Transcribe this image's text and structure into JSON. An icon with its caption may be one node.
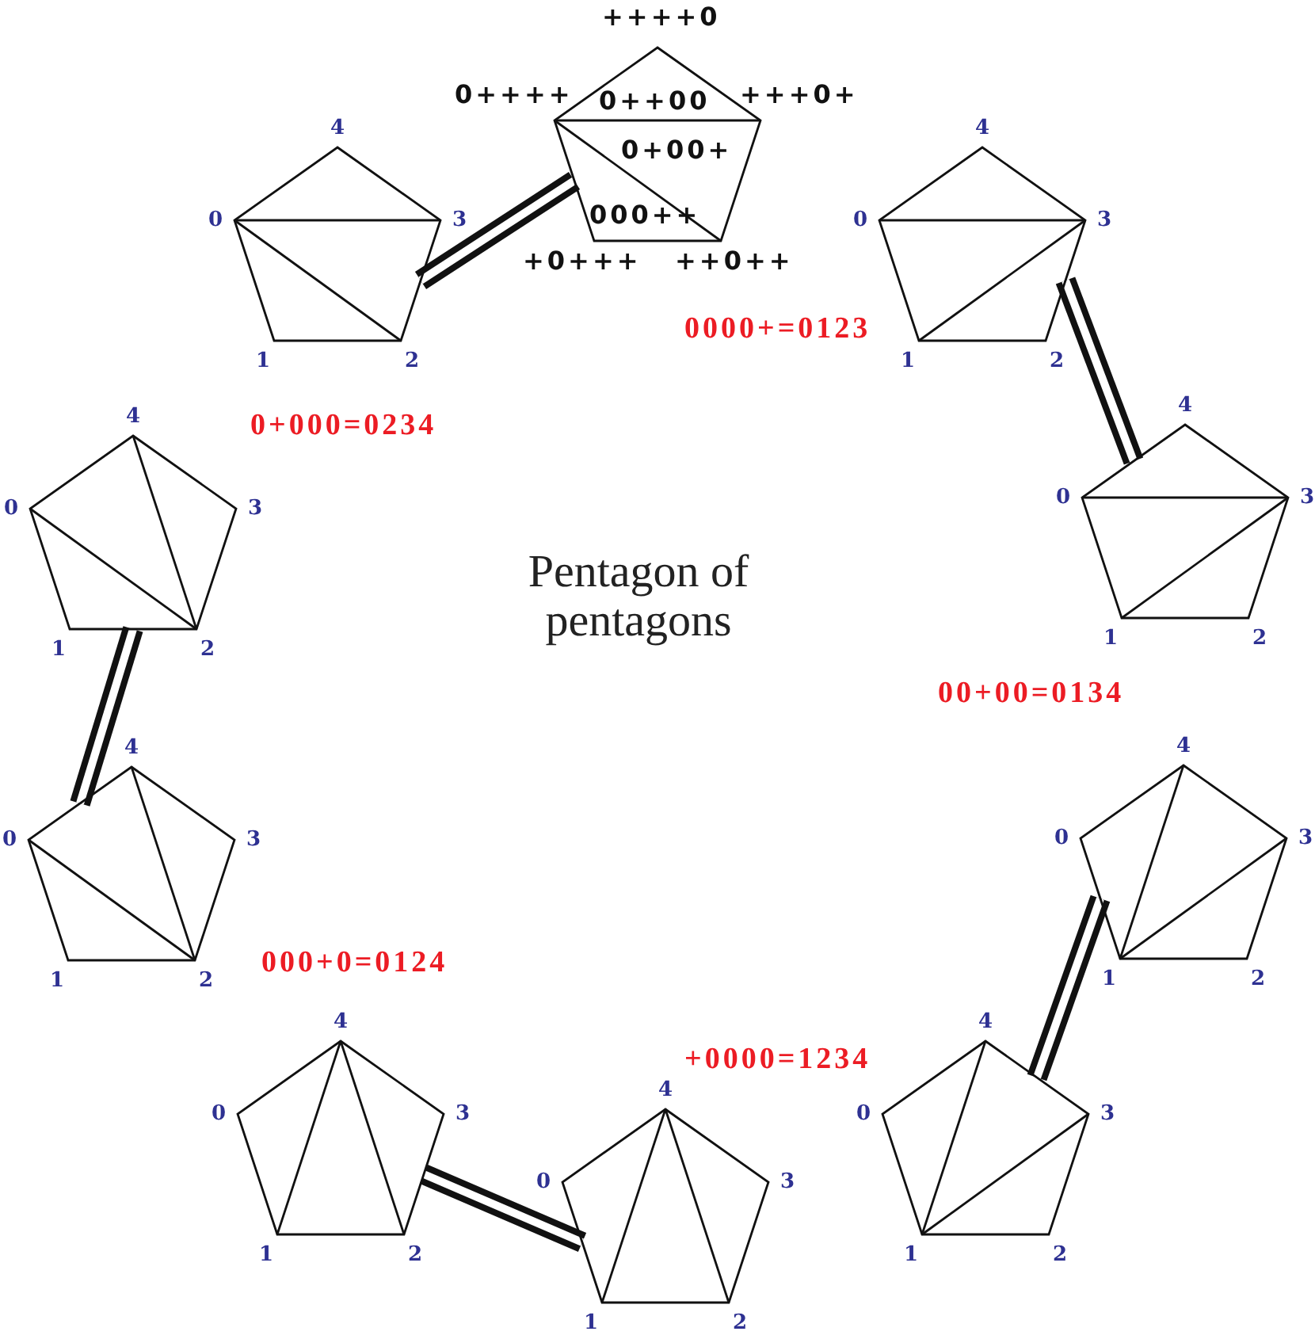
{
  "diagram": {
    "title": "Pentagon of pentagons",
    "nodes": [
      {
        "text": [],
        "shape": "pentagon",
        "beside": [
          "4",
          "0",
          "3",
          "1",
          "2"
        ]
      },
      {
        "text": [
          "0++00",
          "0+00+",
          "000++"
        ],
        "beside": [
          "++++0",
          "0++++",
          "+++0+",
          "+0+++",
          "++0++"
        ]
      },
      {
        "text": [],
        "shape": "pentagon",
        "beside": [
          "4",
          "0",
          "3",
          "1",
          "2"
        ]
      },
      {
        "text": [],
        "shape": "pentagon",
        "beside": [
          "4",
          "0",
          "3",
          "1",
          "2"
        ]
      },
      {
        "text": [],
        "shape": "pentagon",
        "beside": [
          "4",
          "0",
          "3",
          "1",
          "2"
        ]
      },
      {
        "text": [],
        "shape": "pentagon",
        "beside": [
          "4",
          "0",
          "3",
          "1",
          "2"
        ]
      },
      {
        "text": [],
        "shape": "pentagon",
        "beside": [
          "4",
          "0",
          "3",
          "1",
          "2"
        ]
      },
      {
        "text": [],
        "shape": "pentagon",
        "beside": [
          "4",
          "0",
          "3",
          "1",
          "2"
        ]
      },
      {
        "text": [],
        "shape": "pentagon",
        "beside": [
          "4",
          "0",
          "3",
          "1",
          "2"
        ]
      },
      {
        "text": [],
        "shape": "pentagon",
        "beside": [
          "4",
          "0",
          "3",
          "1",
          "2"
        ]
      }
    ],
    "edges": [
      {
        "from": 0,
        "to": 1,
        "arrow": "none"
      },
      {
        "from": 2,
        "to": 3,
        "arrow": "none"
      },
      {
        "from": 4,
        "to": 5,
        "arrow": "none"
      },
      {
        "from": 6,
        "to": 7,
        "arrow": "none"
      },
      {
        "from": 8,
        "to": 9,
        "arrow": "none"
      }
    ],
    "labels": [
      "0+000=0234",
      "0000+=0123",
      "00+00=0134",
      "000+0=0124",
      "+0000=1234"
    ]
  }
}
